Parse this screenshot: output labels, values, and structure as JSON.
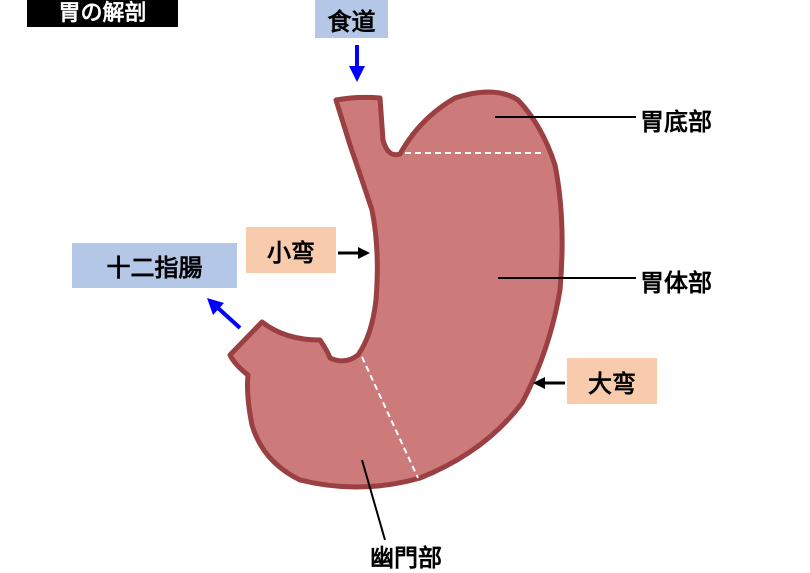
{
  "title": "胃の解剖",
  "labels": {
    "esophagus": "食道",
    "fundus": "胃底部",
    "body": "胃体部",
    "lesser_curvature": "小弯",
    "greater_curvature": "大弯",
    "duodenum": "十二指腸",
    "pylorus": "幽門部"
  },
  "colors": {
    "stomach_fill": "#cd7a7a",
    "stomach_stroke": "#9a3f42",
    "blue_box": "#b4c7e7",
    "peach_box": "#f8cbad",
    "arrow_blue": "#0000ff"
  }
}
